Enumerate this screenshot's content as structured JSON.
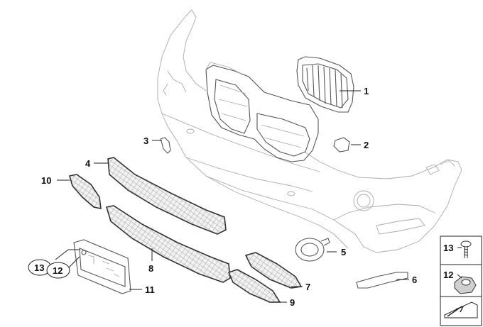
{
  "callouts": [
    {
      "id": "c1",
      "text": "1"
    },
    {
      "id": "c2",
      "text": "2"
    },
    {
      "id": "c3",
      "text": "3"
    },
    {
      "id": "c4",
      "text": "4"
    },
    {
      "id": "c5",
      "text": "5"
    },
    {
      "id": "c6",
      "text": "6"
    },
    {
      "id": "c7",
      "text": "7"
    },
    {
      "id": "c8",
      "text": "8"
    },
    {
      "id": "c9",
      "text": "9"
    },
    {
      "id": "c10",
      "text": "10"
    },
    {
      "id": "c11",
      "text": "11"
    },
    {
      "id": "c12",
      "text": "12"
    },
    {
      "id": "c13",
      "text": "13"
    }
  ],
  "legend": {
    "item_a": "13",
    "item_b": "12"
  },
  "colors": {
    "line": "#555555",
    "mesh": "#888888",
    "text": "#111111"
  }
}
